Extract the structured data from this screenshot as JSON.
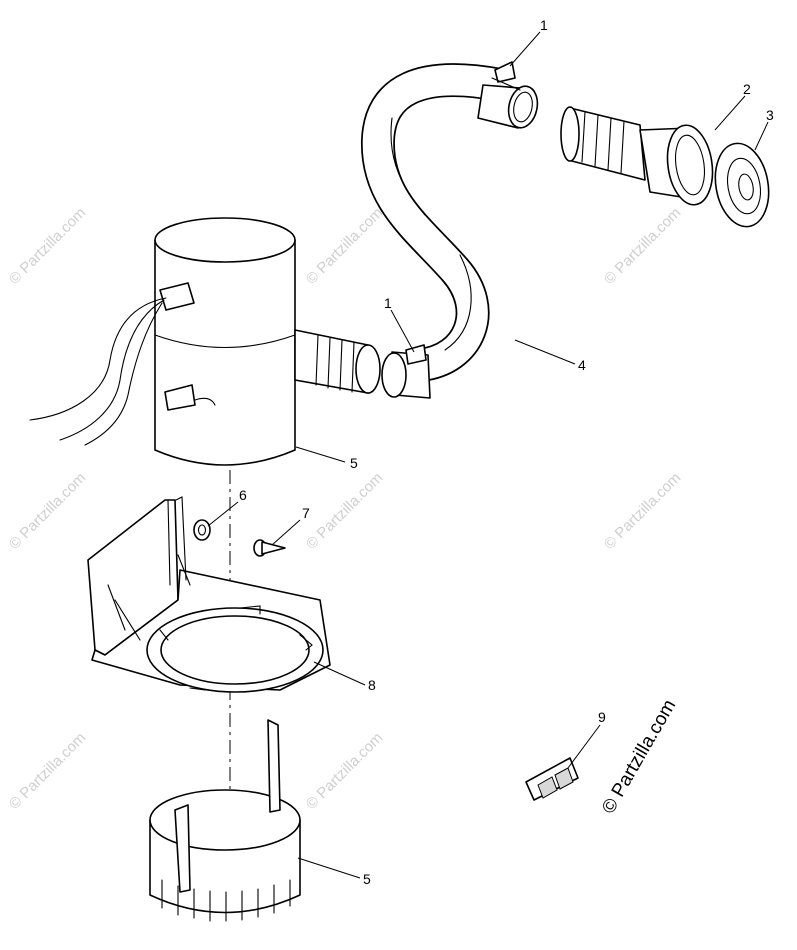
{
  "callouts": [
    {
      "id": "c1a",
      "text": "1"
    },
    {
      "id": "c2",
      "text": "2"
    },
    {
      "id": "c3",
      "text": "3"
    },
    {
      "id": "c1b",
      "text": "1"
    },
    {
      "id": "c4",
      "text": "4"
    },
    {
      "id": "c5a",
      "text": "5"
    },
    {
      "id": "c6",
      "text": "6"
    },
    {
      "id": "c7",
      "text": "7"
    },
    {
      "id": "c8",
      "text": "8"
    },
    {
      "id": "c9",
      "text": "9"
    },
    {
      "id": "c5b",
      "text": "5"
    }
  ],
  "watermark": {
    "text": "© Partzilla.com"
  },
  "brand": {
    "text": "© Partzilla.com"
  }
}
